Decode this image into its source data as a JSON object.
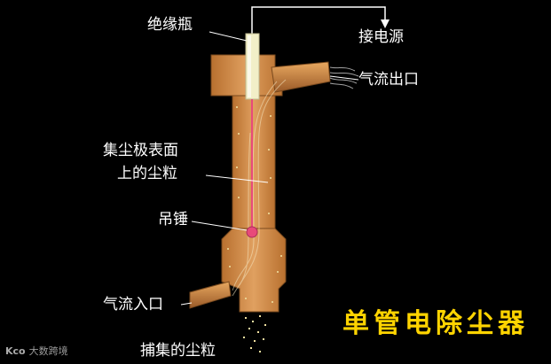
{
  "labels": {
    "insulator": "绝缘瓶",
    "power": "接电源",
    "gas_outlet": "气流出口",
    "collected_dust_line1": "集尘极表面",
    "collected_dust_line2": "上的尘粒",
    "weight": "吊锤",
    "gas_inlet": "气流入口",
    "captured_dust": "捕集的尘粒"
  },
  "title": "单管电除尘器",
  "watermark": {
    "logo": "Kco",
    "text": "大数跨境"
  },
  "colors": {
    "background": "#000000",
    "body_fill": "#d9924e",
    "body_shade": "#a8652e",
    "electrode": "#e84a7a",
    "insulator": "#f2efc8",
    "title": "#ffd400",
    "label": "#ffffff",
    "dust": "#f0e0a0"
  }
}
